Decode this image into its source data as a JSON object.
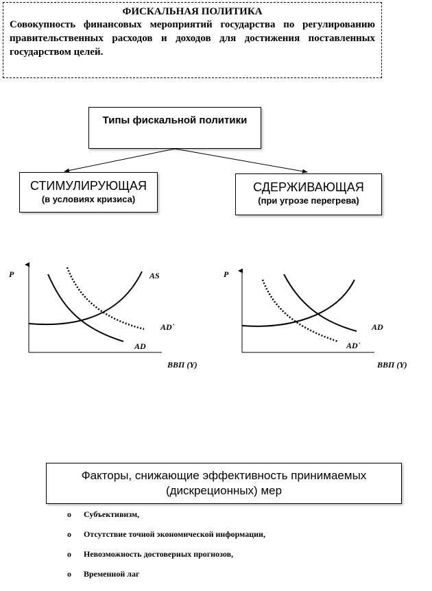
{
  "definition": {
    "title": "ФИСКАЛЬНАЯ ПОЛИТИКА",
    "text": "Совокупность финансовых мероприятий государства по регулированию правительственных расходов и доходов для достижения поставленных государством целей."
  },
  "types": {
    "title": "Типы фискальной политики",
    "stimulating": {
      "name": "СТИМУЛИРУЮЩАЯ",
      "condition": "(в условиях кризиса)"
    },
    "restraining": {
      "name": "СДЕРЖИВАЮЩАЯ",
      "condition": "(при угрозе перегрева)"
    }
  },
  "graphs": {
    "left": {
      "y_axis": "P",
      "x_axis": "ВВП (Y)",
      "as_label": "AS",
      "ad_label": "AD",
      "ad_shift_label": "AD`"
    },
    "right": {
      "y_axis": "P",
      "x_axis": "ВВП (Y)",
      "ad_label": "AD",
      "ad_shift_label": "AD`"
    }
  },
  "factors": {
    "title": "Факторы, снижающие эффективность принимаемых (дискреционных) мер",
    "bullet": "o",
    "items": [
      "Субъективизм,",
      "Отсутствие точной экономической информации,",
      "Невозможность достоверных прогнозов,",
      "Временной лаг"
    ]
  }
}
